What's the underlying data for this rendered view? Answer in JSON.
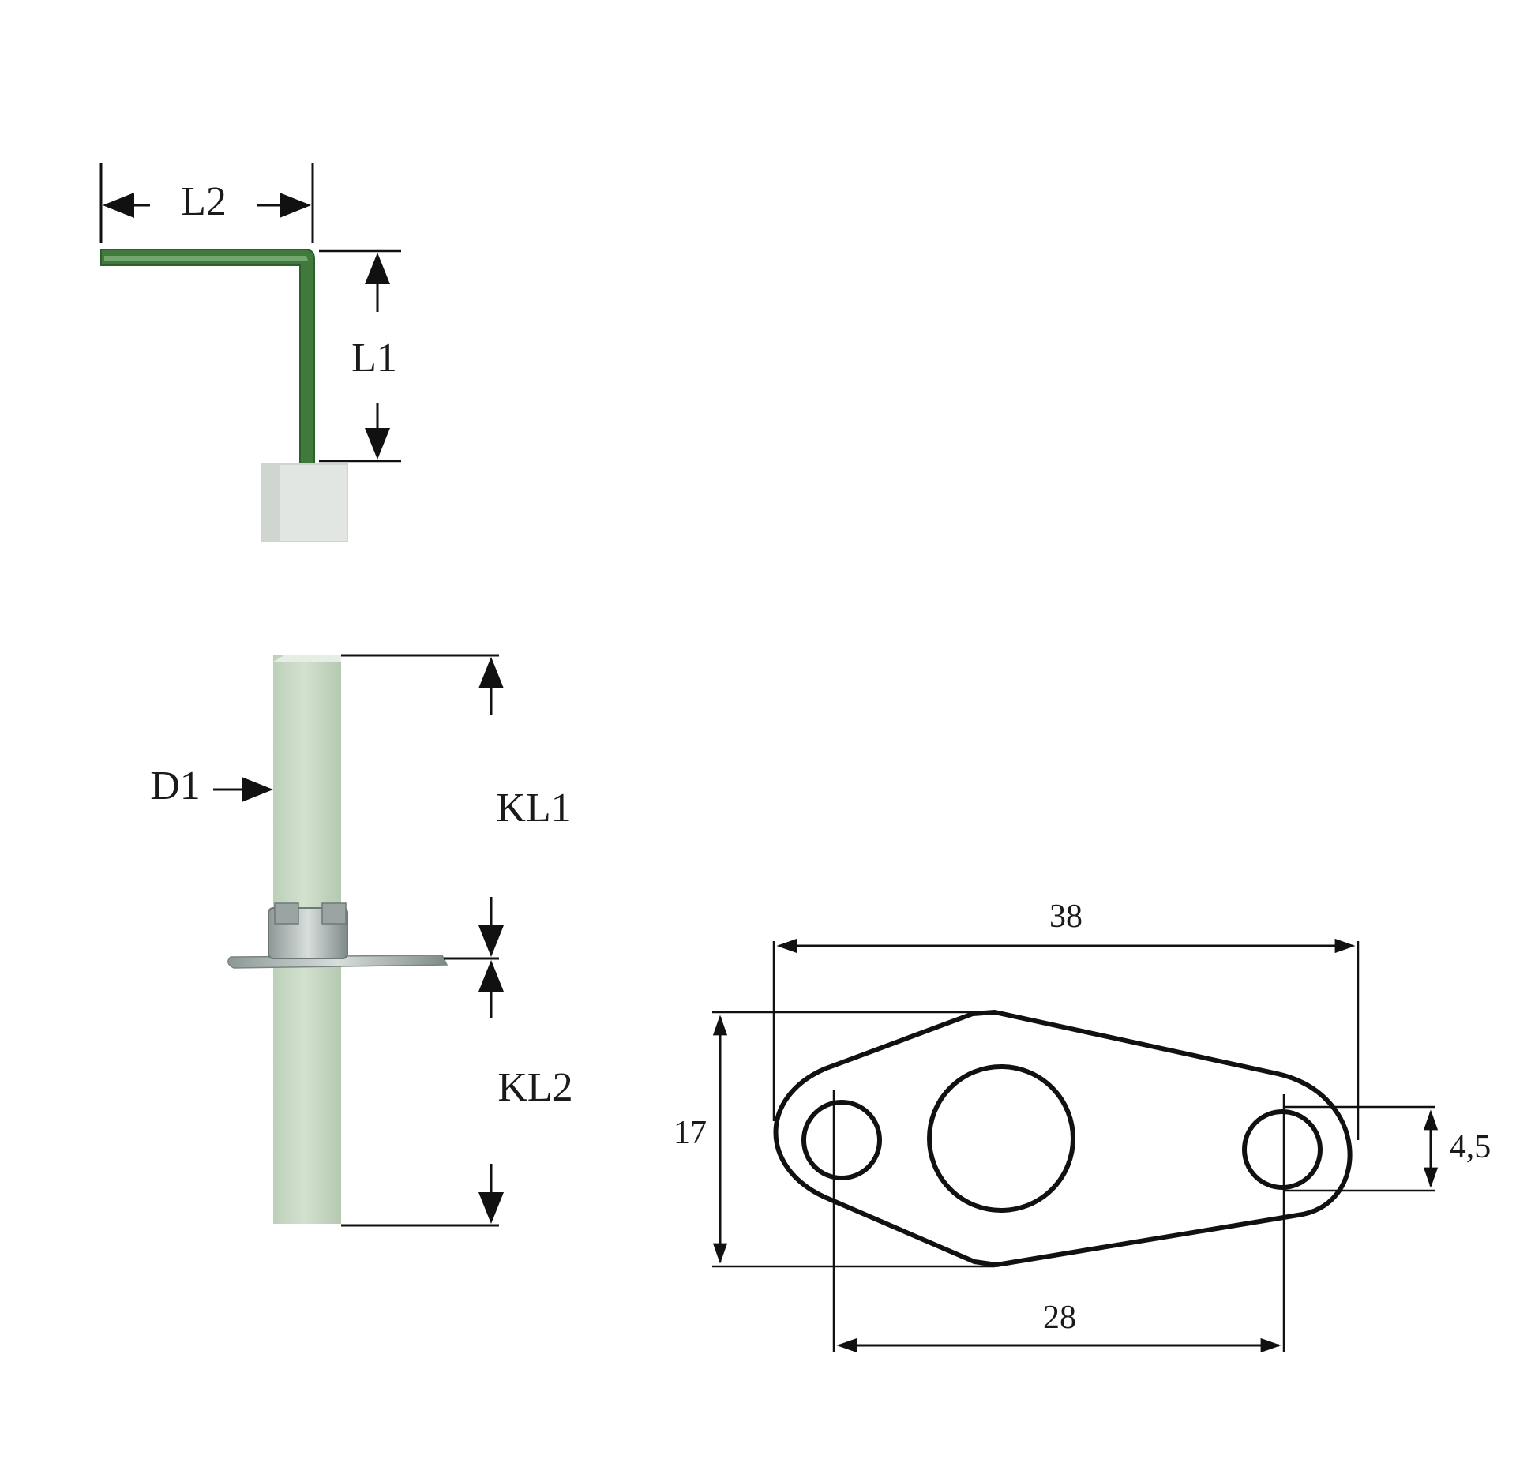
{
  "labels": {
    "l2": "L2",
    "l1": "L1",
    "d1": "D1",
    "kl1": "KL1",
    "kl2": "KL2"
  },
  "dimensions": {
    "overall_length": "38",
    "height": "17",
    "hole_spacing": "28",
    "hole_diameter": "4,5"
  },
  "colors": {
    "electrode_green": "#3f7a3c",
    "electrode_highlight": "#7fb07a",
    "insulator_grey": "#e2e6e2",
    "ceramic_green": "#c9d8c4",
    "metal": "#a9b3b0",
    "ink": "#111111"
  }
}
